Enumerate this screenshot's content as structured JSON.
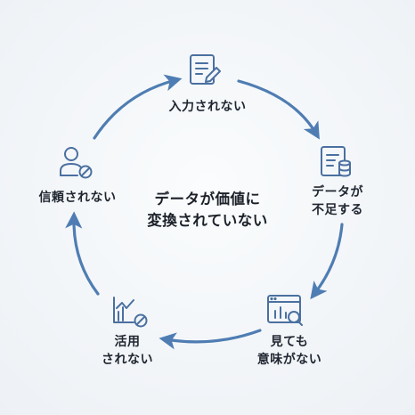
{
  "diagram": {
    "center_lines": [
      "データが価値に",
      "変換されていない"
    ],
    "nodes": [
      {
        "id": "input",
        "icon": "document-edit-icon",
        "lines": [
          "入力されない"
        ]
      },
      {
        "id": "data-shortage",
        "icon": "document-database-icon",
        "lines": [
          "データが",
          "不足する"
        ]
      },
      {
        "id": "meaningless",
        "icon": "chart-search-icon",
        "lines": [
          "見ても",
          "意味がない"
        ]
      },
      {
        "id": "unused",
        "icon": "chart-blocked-icon",
        "lines": [
          "活用",
          "されない"
        ]
      },
      {
        "id": "untrusted",
        "icon": "user-blocked-icon",
        "lines": [
          "信頼されない"
        ]
      }
    ],
    "colors": {
      "arrow": "#4f7db3",
      "icon": "#4a70a0",
      "text": "#1f2630",
      "background": "#f3f6f9"
    }
  }
}
